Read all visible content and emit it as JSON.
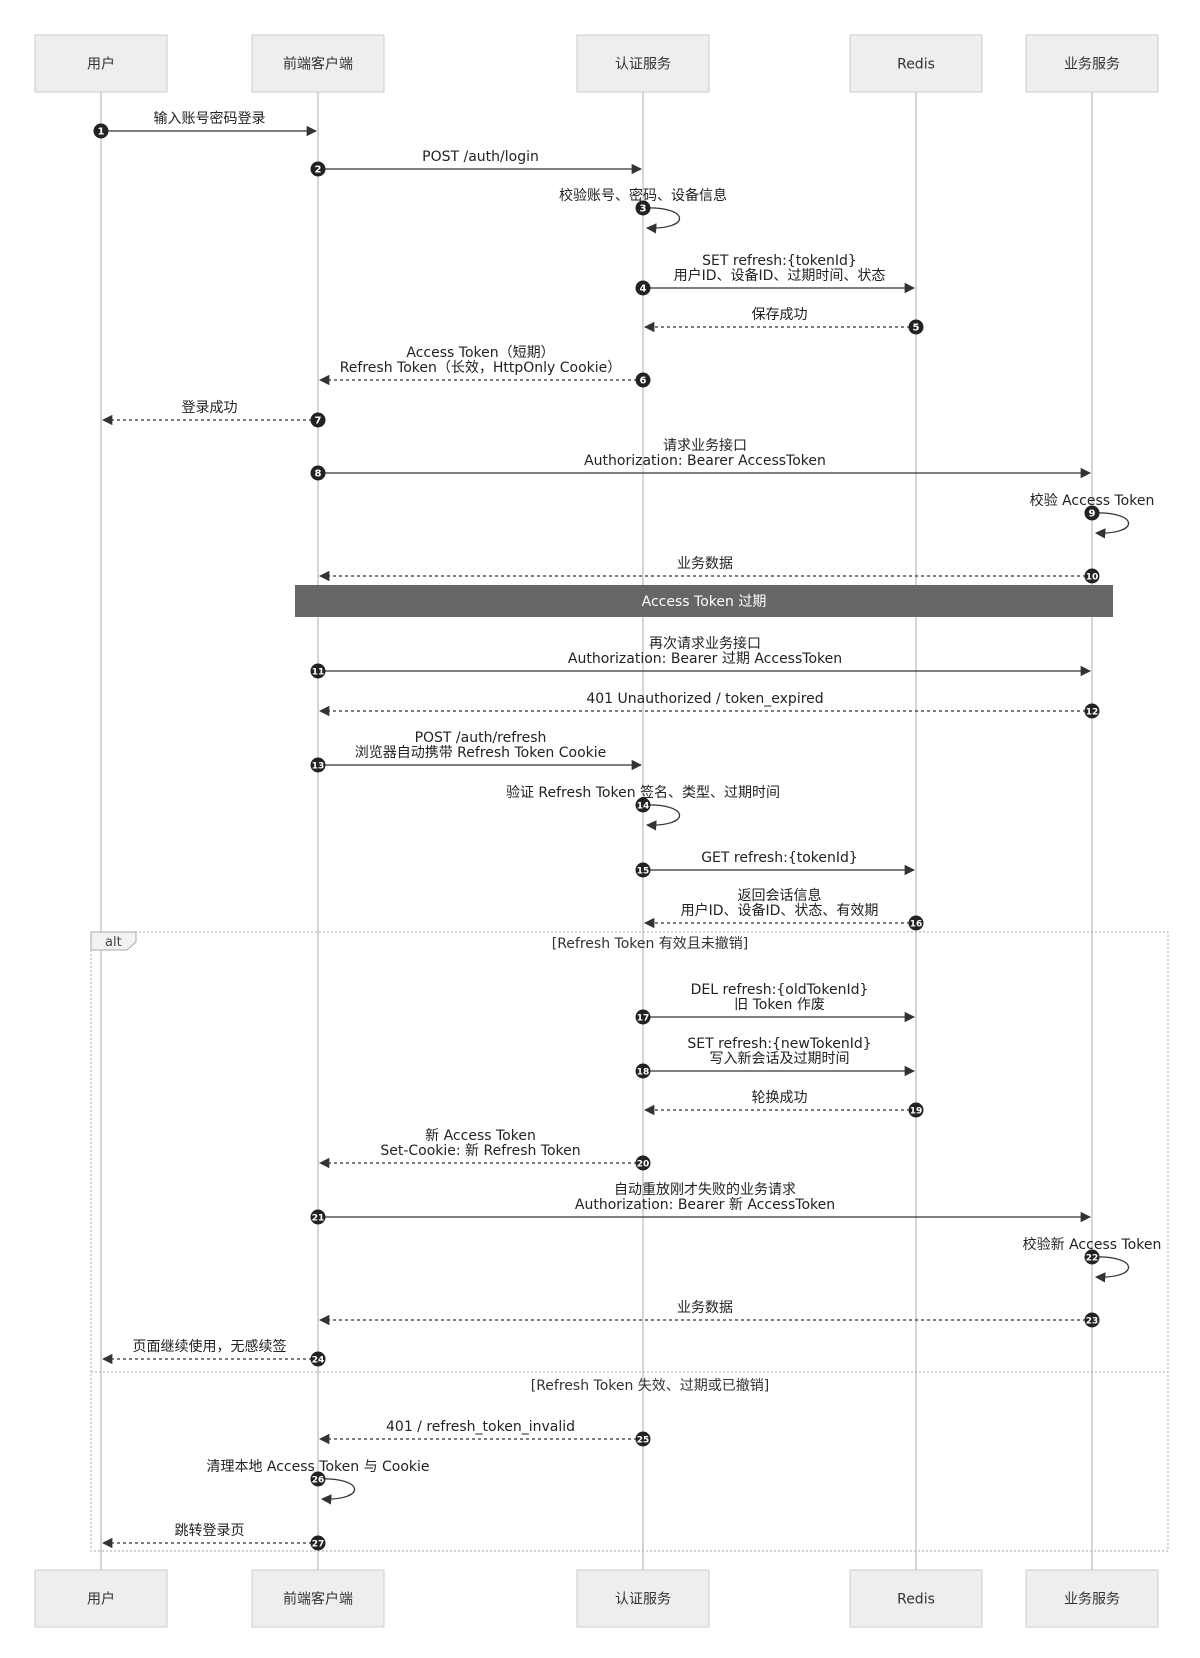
{
  "participants": [
    {
      "id": "user",
      "label": "用户"
    },
    {
      "id": "client",
      "label": "前端客户端"
    },
    {
      "id": "auth",
      "label": "认证服务"
    },
    {
      "id": "redis",
      "label": "Redis"
    },
    {
      "id": "biz",
      "label": "业务服务"
    }
  ],
  "messages": [
    {
      "n": "1",
      "from": "user",
      "to": "client",
      "style": "solid",
      "lines": [
        "输入账号密码登录"
      ]
    },
    {
      "n": "2",
      "from": "client",
      "to": "auth",
      "style": "solid",
      "lines": [
        "POST /auth/login"
      ]
    },
    {
      "n": "3",
      "from": "auth",
      "to": "auth",
      "style": "self",
      "lines": [
        "校验账号、密码、设备信息"
      ]
    },
    {
      "n": "4",
      "from": "auth",
      "to": "redis",
      "style": "solid",
      "lines": [
        "SET refresh:{tokenId}",
        "用户ID、设备ID、过期时间、状态"
      ]
    },
    {
      "n": "5",
      "from": "redis",
      "to": "auth",
      "style": "dashed",
      "lines": [
        "保存成功"
      ]
    },
    {
      "n": "6",
      "from": "auth",
      "to": "client",
      "style": "dashed",
      "lines": [
        "Access Token（短期）",
        "Refresh Token（长效，HttpOnly Cookie）"
      ]
    },
    {
      "n": "7",
      "from": "client",
      "to": "user",
      "style": "dashed",
      "lines": [
        "登录成功"
      ]
    },
    {
      "n": "8",
      "from": "client",
      "to": "biz",
      "style": "solid",
      "lines": [
        "请求业务接口",
        "Authorization: Bearer AccessToken"
      ]
    },
    {
      "n": "9",
      "from": "biz",
      "to": "biz",
      "style": "self",
      "lines": [
        "校验 Access Token"
      ]
    },
    {
      "n": "10",
      "from": "biz",
      "to": "client",
      "style": "dashed",
      "lines": [
        "业务数据"
      ]
    },
    {
      "n": "11",
      "from": "client",
      "to": "biz",
      "style": "solid",
      "lines": [
        "再次请求业务接口",
        "Authorization: Bearer 过期 AccessToken"
      ]
    },
    {
      "n": "12",
      "from": "biz",
      "to": "client",
      "style": "dashed",
      "lines": [
        "401 Unauthorized / token_expired"
      ]
    },
    {
      "n": "13",
      "from": "client",
      "to": "auth",
      "style": "solid",
      "lines": [
        "POST /auth/refresh",
        "浏览器自动携带 Refresh Token Cookie"
      ]
    },
    {
      "n": "14",
      "from": "auth",
      "to": "auth",
      "style": "self",
      "lines": [
        "验证 Refresh Token 签名、类型、过期时间"
      ]
    },
    {
      "n": "15",
      "from": "auth",
      "to": "redis",
      "style": "solid",
      "lines": [
        "GET refresh:{tokenId}"
      ]
    },
    {
      "n": "16",
      "from": "redis",
      "to": "auth",
      "style": "dashed",
      "lines": [
        "返回会话信息",
        "用户ID、设备ID、状态、有效期"
      ]
    },
    {
      "n": "17",
      "from": "auth",
      "to": "redis",
      "style": "solid",
      "lines": [
        "DEL refresh:{oldTokenId}",
        "旧 Token 作废"
      ]
    },
    {
      "n": "18",
      "from": "auth",
      "to": "redis",
      "style": "solid",
      "lines": [
        "SET refresh:{newTokenId}",
        "写入新会话及过期时间"
      ]
    },
    {
      "n": "19",
      "from": "redis",
      "to": "auth",
      "style": "dashed",
      "lines": [
        "轮换成功"
      ]
    },
    {
      "n": "20",
      "from": "auth",
      "to": "client",
      "style": "dashed",
      "lines": [
        "新 Access Token",
        "Set-Cookie: 新 Refresh Token"
      ]
    },
    {
      "n": "21",
      "from": "client",
      "to": "biz",
      "style": "solid",
      "lines": [
        "自动重放刚才失败的业务请求",
        "Authorization: Bearer 新 AccessToken"
      ]
    },
    {
      "n": "22",
      "from": "biz",
      "to": "biz",
      "style": "self",
      "lines": [
        "校验新 Access Token"
      ]
    },
    {
      "n": "23",
      "from": "biz",
      "to": "client",
      "style": "dashed",
      "lines": [
        "业务数据"
      ]
    },
    {
      "n": "24",
      "from": "client",
      "to": "user",
      "style": "dashed",
      "lines": [
        "页面继续使用，无感续签"
      ]
    },
    {
      "n": "25",
      "from": "auth",
      "to": "client",
      "style": "dashed",
      "lines": [
        "401 / refresh_token_invalid"
      ]
    },
    {
      "n": "26",
      "from": "client",
      "to": "client",
      "style": "self",
      "lines": [
        "清理本地 Access Token 与 Cookie"
      ]
    },
    {
      "n": "27",
      "from": "client",
      "to": "user",
      "style": "dashed",
      "lines": [
        "跳转登录页"
      ]
    }
  ],
  "divider": {
    "label": "Access Token 过期"
  },
  "alt": {
    "tag": "alt",
    "conditions": [
      "[Refresh Token 有效且未撤销]",
      "[Refresh Token 失效、过期或已撤销]"
    ]
  },
  "colors": {
    "box_fill": "#eeeeee",
    "box_stroke": "#cccccc",
    "lifeline": "#bbbbbb",
    "arrow": "#333333",
    "badge": "#222222",
    "divider": "#666666",
    "frame": "#aaaaaa"
  }
}
